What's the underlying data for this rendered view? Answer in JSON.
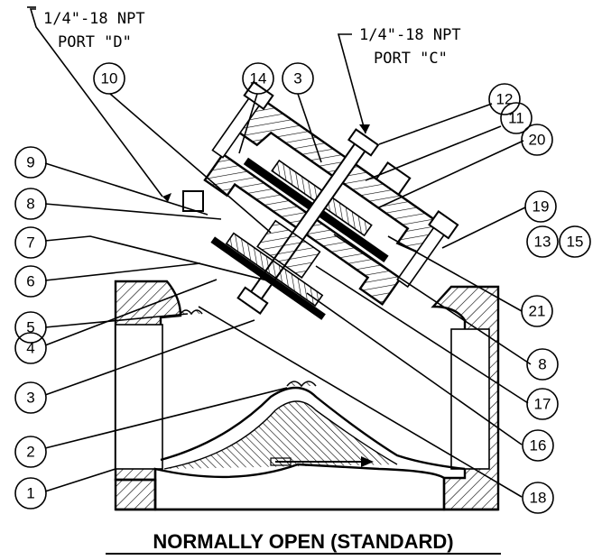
{
  "title": "NORMALLY OPEN (STANDARD)",
  "port_d": {
    "line1": "1/4\"-18 NPT",
    "line2": "PORT \"D\""
  },
  "port_c": {
    "line1": "1/4\"-18 NPT",
    "line2": "PORT \"C\""
  },
  "balloons": {
    "b1": "1",
    "b2": "2",
    "b3a": "3",
    "b4": "4",
    "b5": "5",
    "b6": "6",
    "b7": "7",
    "b8a": "8",
    "b9": "9",
    "b10": "10",
    "b14": "14",
    "b3b": "3",
    "b12": "12",
    "b11": "11",
    "b20": "20",
    "b19": "19",
    "b13": "13",
    "b15": "15",
    "b21": "21",
    "b8b": "8",
    "b17": "17",
    "b16": "16",
    "b18": "18"
  },
  "colors": {
    "line": "#000000",
    "background": "#ffffff"
  }
}
